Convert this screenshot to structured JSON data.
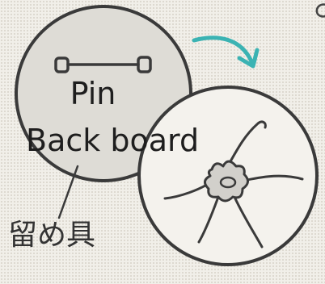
{
  "labels": {
    "pin": "Pin",
    "back_board": "Back board",
    "fastener_jp": "留め具"
  },
  "colors": {
    "outline": "#3a3a3a",
    "badge_fill": "#dedcd6",
    "back_fill": "#f4f2ed",
    "hub_fill": "#d2d0cb",
    "arrow": "#3bb3b3"
  }
}
